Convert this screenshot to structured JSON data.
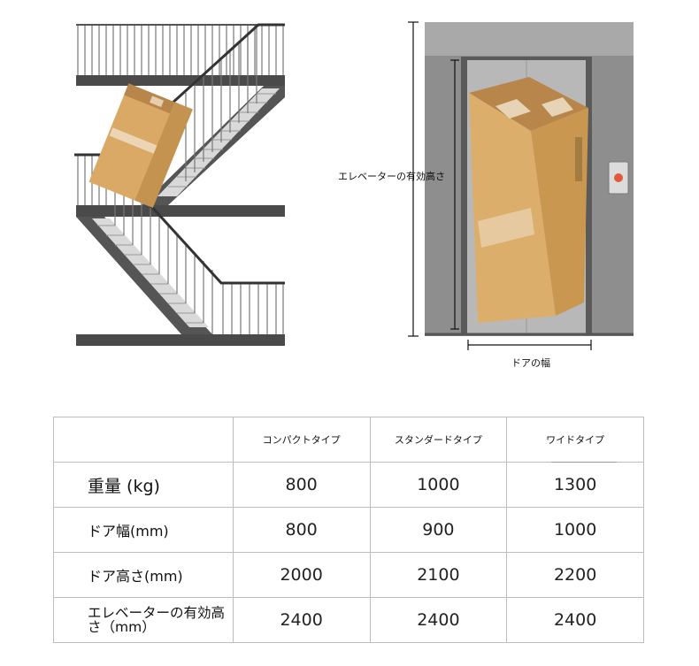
{
  "labels": {
    "elevator_height": "エレベーターの有効高さ",
    "door_width": "ドアの幅"
  },
  "table": {
    "headers": [
      "",
      "コンパクトタイプ",
      "スタンダードタイプ",
      "ワイドタイプ"
    ],
    "rows": [
      {
        "label": "重量 (kg)",
        "values": [
          "800",
          "1000",
          "1300"
        ]
      },
      {
        "label": "ドア幅(mm)",
        "values": [
          "800",
          "900",
          "1000"
        ]
      },
      {
        "label": "ドア高さ(mm)",
        "values": [
          "2000",
          "2100",
          "2200"
        ]
      },
      {
        "label": "エレベーターの有効高さ（mm）",
        "values": [
          "2400",
          "2400",
          "2400"
        ]
      }
    ]
  }
}
